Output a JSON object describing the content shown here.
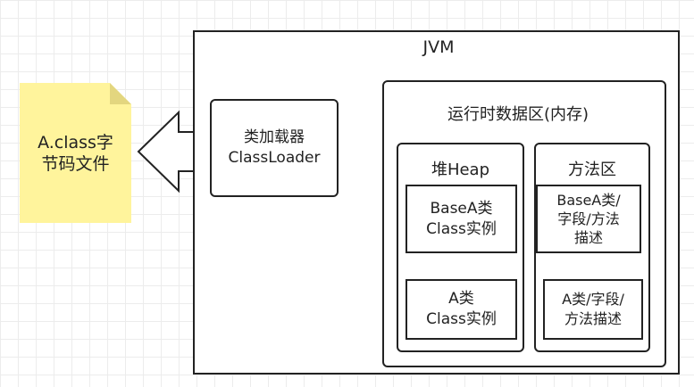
{
  "note": {
    "line1": "A.class字",
    "line2": "节码文件"
  },
  "jvm": {
    "title": "JVM"
  },
  "classloader": {
    "line1": "类加载器",
    "line2": "ClassLoader"
  },
  "runtime_area": {
    "title": "运行时数据区(内存)"
  },
  "heap": {
    "title": "堆Heap",
    "base_instance": {
      "line1": "BaseA类",
      "line2": "Class实例"
    },
    "a_instance": {
      "line1": "A类",
      "line2": "Class实例"
    }
  },
  "method_area": {
    "title": "方法区",
    "base_desc": {
      "line1": "BaseA类/",
      "line2": "字段/方法",
      "line3": "描述"
    },
    "a_desc": {
      "line1": "A类/字段/",
      "line2": "方法描述"
    }
  },
  "colors": {
    "note_fill": "#fff49c",
    "note_fold": "#e3d67f",
    "stroke": "#222222"
  }
}
